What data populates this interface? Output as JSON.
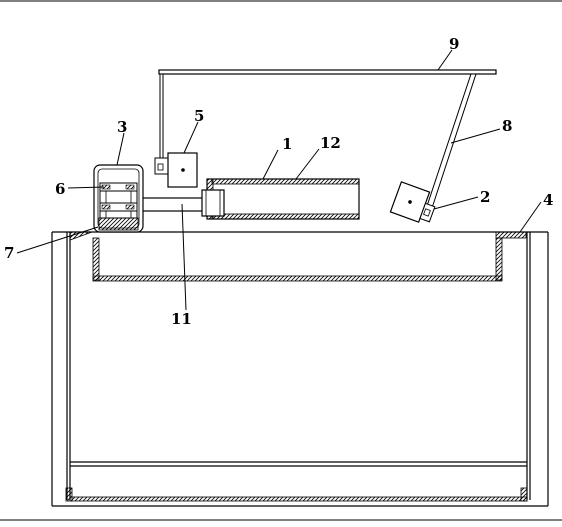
{
  "diagram": {
    "callouts": [
      {
        "id": "c1",
        "label": "1"
      },
      {
        "id": "c2",
        "label": "2"
      },
      {
        "id": "c3",
        "label": "3"
      },
      {
        "id": "c4",
        "label": "4"
      },
      {
        "id": "c5",
        "label": "5"
      },
      {
        "id": "c6",
        "label": "6"
      },
      {
        "id": "c7",
        "label": "7"
      },
      {
        "id": "c8",
        "label": "8"
      },
      {
        "id": "c9",
        "label": "9"
      },
      {
        "id": "c11",
        "label": "11"
      },
      {
        "id": "c12",
        "label": "12"
      }
    ]
  }
}
